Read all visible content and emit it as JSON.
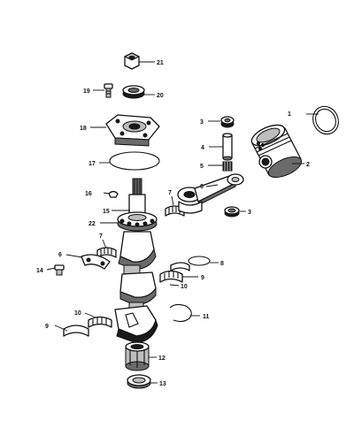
{
  "callouts": {
    "c1": "1",
    "c2": "2",
    "c3a": "3",
    "c3b": "3",
    "c4": "4",
    "c5": "5",
    "c6a": "6",
    "c6b": "6",
    "c7a": "7",
    "c7b": "7",
    "c8": "8",
    "c9a": "9",
    "c9b": "9",
    "c10a": "10",
    "c10b": "10",
    "c11": "11",
    "c12": "12",
    "c13": "13",
    "c14": "14",
    "c15": "15",
    "c16": "16",
    "c17": "17",
    "c18": "18",
    "c19": "19",
    "c20": "20",
    "c21": "21",
    "c22": "22"
  }
}
